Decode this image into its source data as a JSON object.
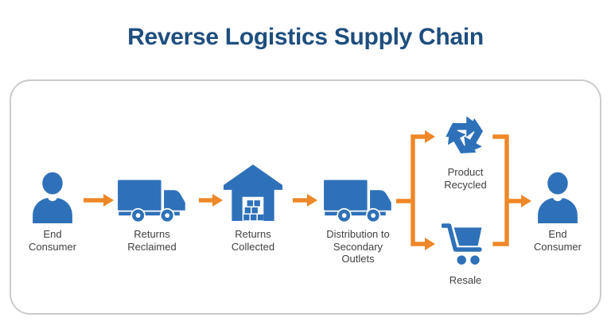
{
  "title": "Reverse Logistics Supply Chain",
  "colors": {
    "icon_blue": "#2E71B8",
    "arrow_orange": "#EE8727",
    "title_navy": "#1E4E7E",
    "label_gray": "#414042",
    "panel_border": "#CBCBCB"
  },
  "flow": {
    "nodes": [
      {
        "id": "end-consumer-start",
        "icon": "person-icon",
        "label": "End\nConsumer"
      },
      {
        "id": "returns-reclaimed",
        "icon": "truck-icon",
        "label": "Returns\nReclaimed"
      },
      {
        "id": "returns-collected",
        "icon": "warehouse-icon",
        "label": "Returns\nCollected"
      },
      {
        "id": "distribution-secondary-outlets",
        "icon": "truck-icon",
        "label": "Distribution to\nSecondary\nOutlets"
      },
      {
        "id": "product-recycled",
        "icon": "recycle-icon",
        "label": "Product\nRecycled"
      },
      {
        "id": "resale",
        "icon": "cart-icon",
        "label": "Resale"
      },
      {
        "id": "end-consumer-end",
        "icon": "person-icon",
        "label": "End\nConsumer"
      }
    ],
    "edges": [
      {
        "from": "end-consumer-start",
        "to": "returns-reclaimed"
      },
      {
        "from": "returns-reclaimed",
        "to": "returns-collected"
      },
      {
        "from": "returns-collected",
        "to": "distribution-secondary-outlets"
      },
      {
        "from": "distribution-secondary-outlets",
        "to": "product-recycled"
      },
      {
        "from": "distribution-secondary-outlets",
        "to": "resale"
      },
      {
        "from": "product-recycled",
        "to": "end-consumer-end"
      },
      {
        "from": "resale",
        "to": "end-consumer-end"
      }
    ]
  }
}
